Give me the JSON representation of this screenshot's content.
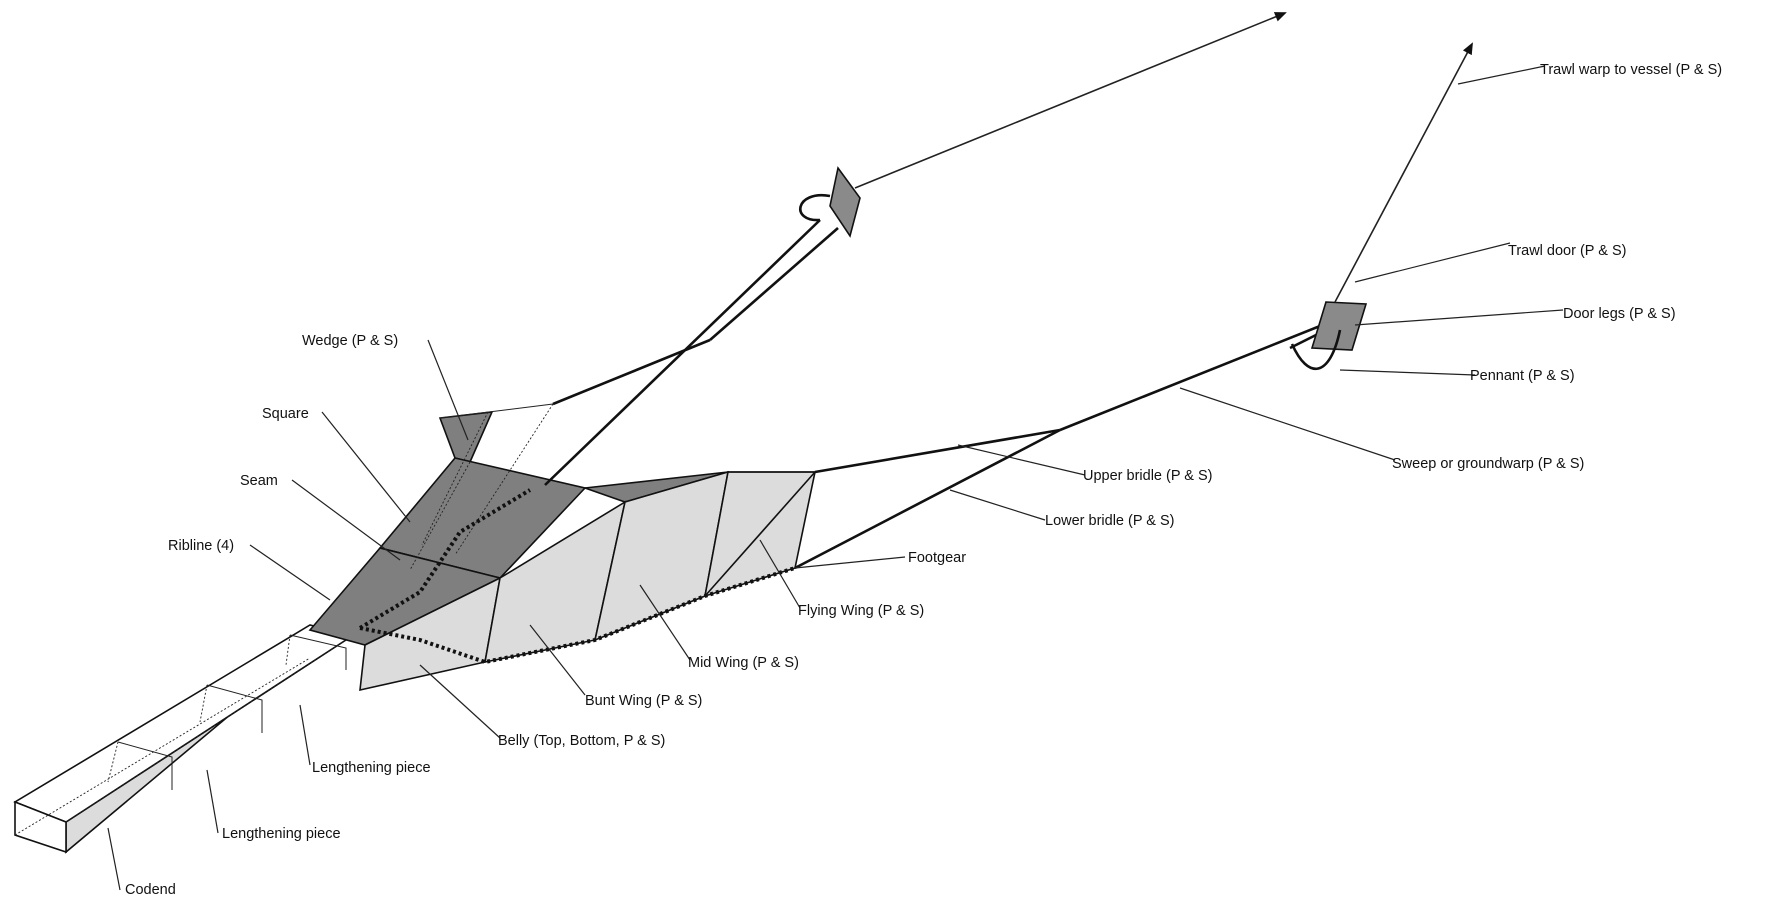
{
  "colors": {
    "dark_panel": "#7f7f7f",
    "light_panel": "#dcdcdc",
    "mid_panel": "#b4b4b4",
    "outline": "#111111",
    "background": "#ffffff"
  },
  "labels": {
    "trawl_warp": "Trawl warp to vessel (P & S)",
    "trawl_door": "Trawl door (P & S)",
    "door_legs": "Door legs  (P & S)",
    "pennant": "Pennant (P & S)",
    "sweep": "Sweep or groundwarp (P & S)",
    "upper_bridle": "Upper bridle (P & S)",
    "lower_bridle": "Lower bridle (P & S)",
    "footgear": "Footgear",
    "flying_wing": "Flying Wing (P & S)",
    "mid_wing": "Mid Wing (P & S)",
    "bunt_wing": "Bunt Wing (P & S)",
    "belly": "Belly (Top, Bottom, P & S)",
    "lengthening_piece_1": "Lengthening piece",
    "lengthening_piece_2": "Lengthening piece",
    "codend": "Codend",
    "wedge": "Wedge (P & S)",
    "square": "Square",
    "seam": "Seam",
    "ribline": "Ribline (4)"
  }
}
